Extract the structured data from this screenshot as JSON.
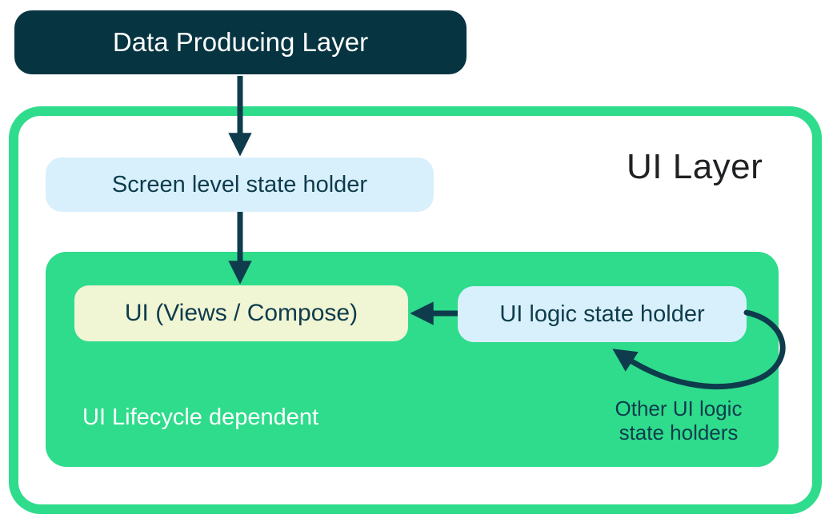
{
  "diagram": {
    "title": "UI Layer",
    "colors": {
      "navy_box": "#063441",
      "green": "#2edc8c",
      "light_blue": "#d8f0fc",
      "pale_yellow": "#f0f5d3",
      "ink_text_and_arrows": "#0e3c4c",
      "title_text": "#1f2123",
      "white": "#ffffff"
    },
    "boxes": {
      "data_producing": {
        "label": "Data Producing Layer"
      },
      "screen_state_holder": {
        "label": "Screen level state holder"
      },
      "ui_views": {
        "label": "UI (Views / Compose)"
      },
      "ui_logic_state_holder": {
        "label": "UI logic state holder"
      }
    },
    "labels": {
      "ui_layer_title": "UI Layer",
      "lifecycle_note": "UI Lifecycle dependent",
      "other_holders_line1": "Other UI logic",
      "other_holders_line2": "state holders"
    },
    "arrows": [
      {
        "name": "arrow-data-producing-to-screen-state",
        "direction": "down"
      },
      {
        "name": "arrow-screen-state-to-ui-views",
        "direction": "down"
      },
      {
        "name": "arrow-ui-logic-to-ui-views",
        "direction": "left"
      },
      {
        "name": "arrow-loop-other-ui-logic-holders",
        "direction": "loop"
      }
    ]
  }
}
